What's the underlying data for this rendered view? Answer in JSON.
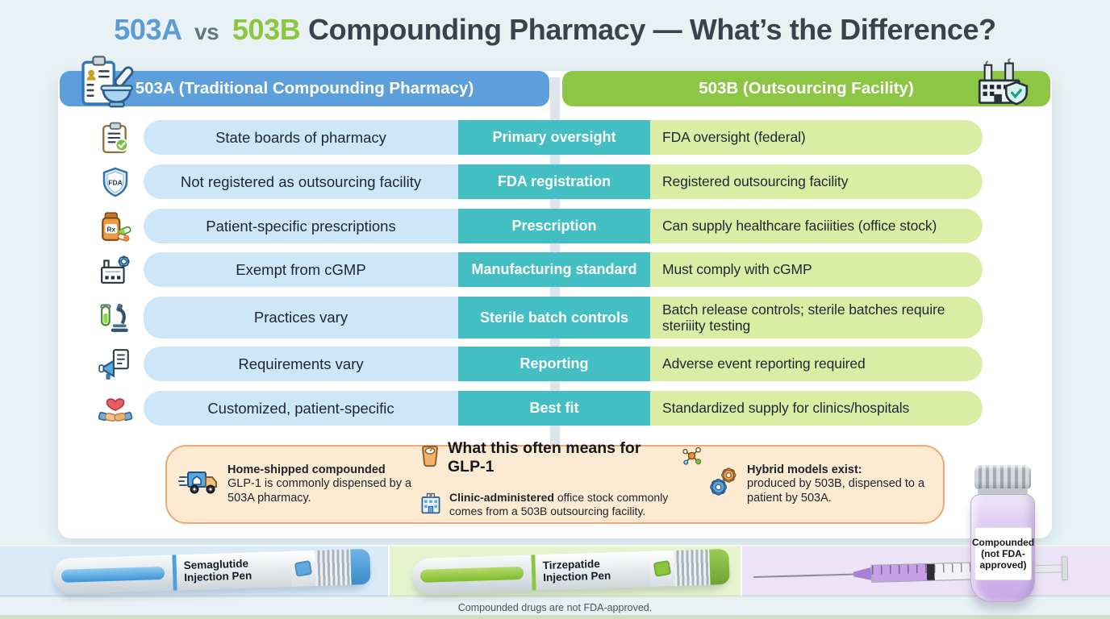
{
  "title": {
    "term_a": "503A",
    "vs": "vs",
    "term_b": "503B",
    "rest": "Compounding Pharmacy — What’s the Difference?"
  },
  "headers": {
    "col_a": "503A (Traditional Compounding Pharmacy)",
    "col_b": "503B (Outsourcing Facility)"
  },
  "rows": [
    {
      "icon": "clipboard-check-icon",
      "a": "State boards of pharmacy",
      "label": "Primary oversight",
      "b": "FDA oversight (federal)"
    },
    {
      "icon": "fda-shield-icon",
      "a": "Not registered as outsourcing facility",
      "label": "FDA registration",
      "b": "Registered outsourcing facility"
    },
    {
      "icon": "medicine-bottle-icon",
      "a": "Patient-specific prescriptions",
      "label": "Prescription",
      "b": "Can supply healthcare faciiities (office stock)"
    },
    {
      "icon": "factory-gear-icon",
      "a": "Exempt from cGMP",
      "label": "Manufacturing standard",
      "b": "Must comply with cGMP"
    },
    {
      "icon": "microscope-icon",
      "a": "Practices vary",
      "label": "Sterile batch controls",
      "b": "Batch release controls; sterile batches require steriiity testing"
    },
    {
      "icon": "megaphone-icon",
      "a": "Requirements vary",
      "label": "Reporting",
      "b": "Adverse event reporting required"
    },
    {
      "icon": "handshake-heart-icon",
      "a": "Customized, patient-specific",
      "label": "Best fit",
      "b": "Standardized supply for clinics/hospitals"
    }
  ],
  "note": {
    "title": "What this often means for GLP-1",
    "items": [
      {
        "bold": "Home-shipped compounded",
        "text": "GLP-1 is commonly dispensed by a 503A pharmacy."
      },
      {
        "bold": "Clinic-administered",
        "text": "office stock commonly comes from a 503B outsourcing facility."
      },
      {
        "bold": "Hybrid models exist:",
        "text": "produced by 503B, dispensed to a patient by 503A."
      }
    ]
  },
  "products": {
    "pen_blue": {
      "line1": "Semaglutide",
      "line2": "Injection Pen"
    },
    "pen_green": {
      "line1": "Tirzepatide",
      "line2": "Injection Pen"
    },
    "vial": {
      "line1": "Compounded",
      "line2": "(not FDA-",
      "line3": "approved)"
    }
  },
  "icons": {
    "fda_text": "FDA",
    "rx_text": "Rx"
  },
  "footer": "Compounded drugs are not FDA-approved.",
  "colors": {
    "header_blue": "#5C9FDB",
    "header_green": "#8DC644",
    "teal": "#43BFC3",
    "pill_blue": "#CDE7F8",
    "pill_green": "#DAEDA5",
    "note_bg": "#FCEBD2",
    "note_border": "#F0A872",
    "title_blue": "#5C9BD6",
    "title_green": "#8CC63F"
  }
}
